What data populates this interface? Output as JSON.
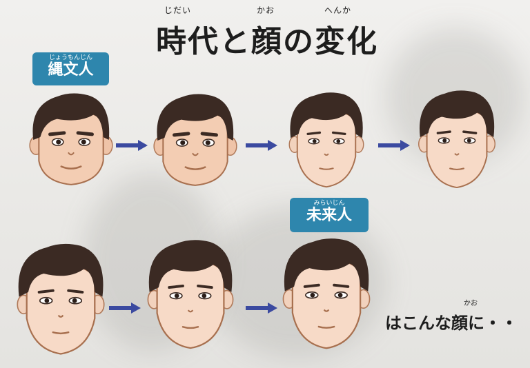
{
  "title": {
    "ruby_jidai": "じだい",
    "ruby_kao": "かお",
    "ruby_henka": "へんか",
    "text": "時代と顔の変化"
  },
  "labels": {
    "jomon": {
      "ruby": "じょうもんじん",
      "text": "縄文人"
    },
    "mirai": {
      "ruby": "みらいじん",
      "text": "未来人"
    }
  },
  "caption": {
    "ruby": "かお",
    "text": "はこんな顔に・・"
  },
  "colors": {
    "label_bg": "#2e86ad",
    "hair": "#3b2a23",
    "arrow": "#3b4aa0",
    "skin_light": "#f6d7c1",
    "skin_dark": "#e8b595"
  }
}
